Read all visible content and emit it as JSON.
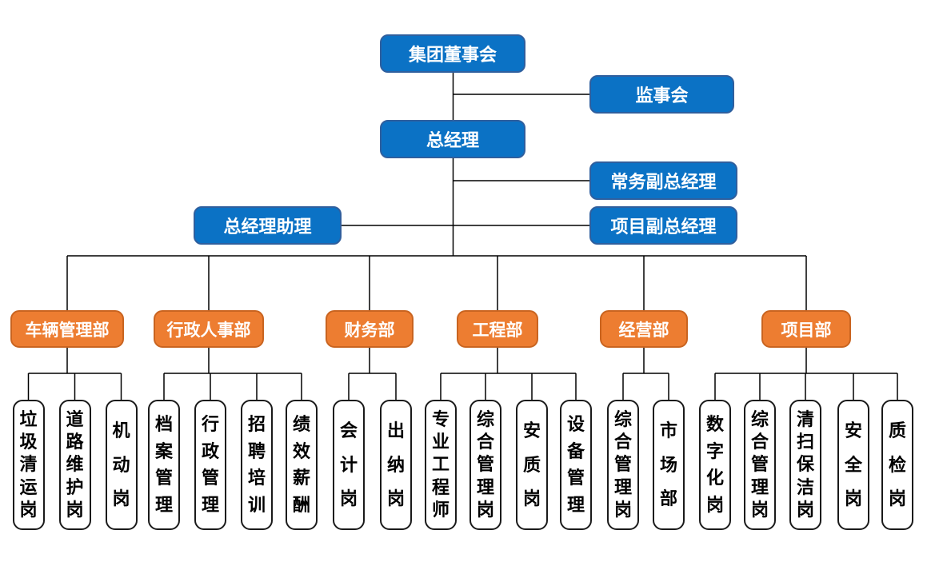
{
  "colors": {
    "executive_box": "#0b72c5",
    "executive_border": "#2f5f9e",
    "department_box": "#ed7d31",
    "department_border": "#c96420",
    "position_box": "#ffffff",
    "position_border": "#1a1a1a",
    "connector": "#000000",
    "box_text": "#ffffff",
    "position_text": "#000000"
  },
  "executives": {
    "board": "集团董事会",
    "supervisory": "监事会",
    "general_manager": "总经理",
    "executive_deputy_gm": "常务副总经理",
    "gm_assistant": "总经理助理",
    "project_deputy_gm": "项目副总经理"
  },
  "departments": [
    {
      "label": "车辆管理部",
      "positions": [
        "垃圾清运岗",
        "道路维护岗",
        "机动岗"
      ]
    },
    {
      "label": "行政人事部",
      "positions": [
        "档案管理",
        "行政管理",
        "招聘培训",
        "绩效薪酬"
      ]
    },
    {
      "label": "财务部",
      "positions": [
        "会计岗",
        "出纳岗"
      ]
    },
    {
      "label": "工程部",
      "positions": [
        "专业工程师",
        "综合管理岗",
        "安质岗",
        "设备管理"
      ]
    },
    {
      "label": "经营部",
      "positions": [
        "综合管理岗",
        "市场部"
      ]
    },
    {
      "label": "项目部",
      "positions": [
        "数字化岗",
        "综合管理岗",
        "清扫保洁岗",
        "安全岗",
        "质检岗"
      ]
    }
  ]
}
